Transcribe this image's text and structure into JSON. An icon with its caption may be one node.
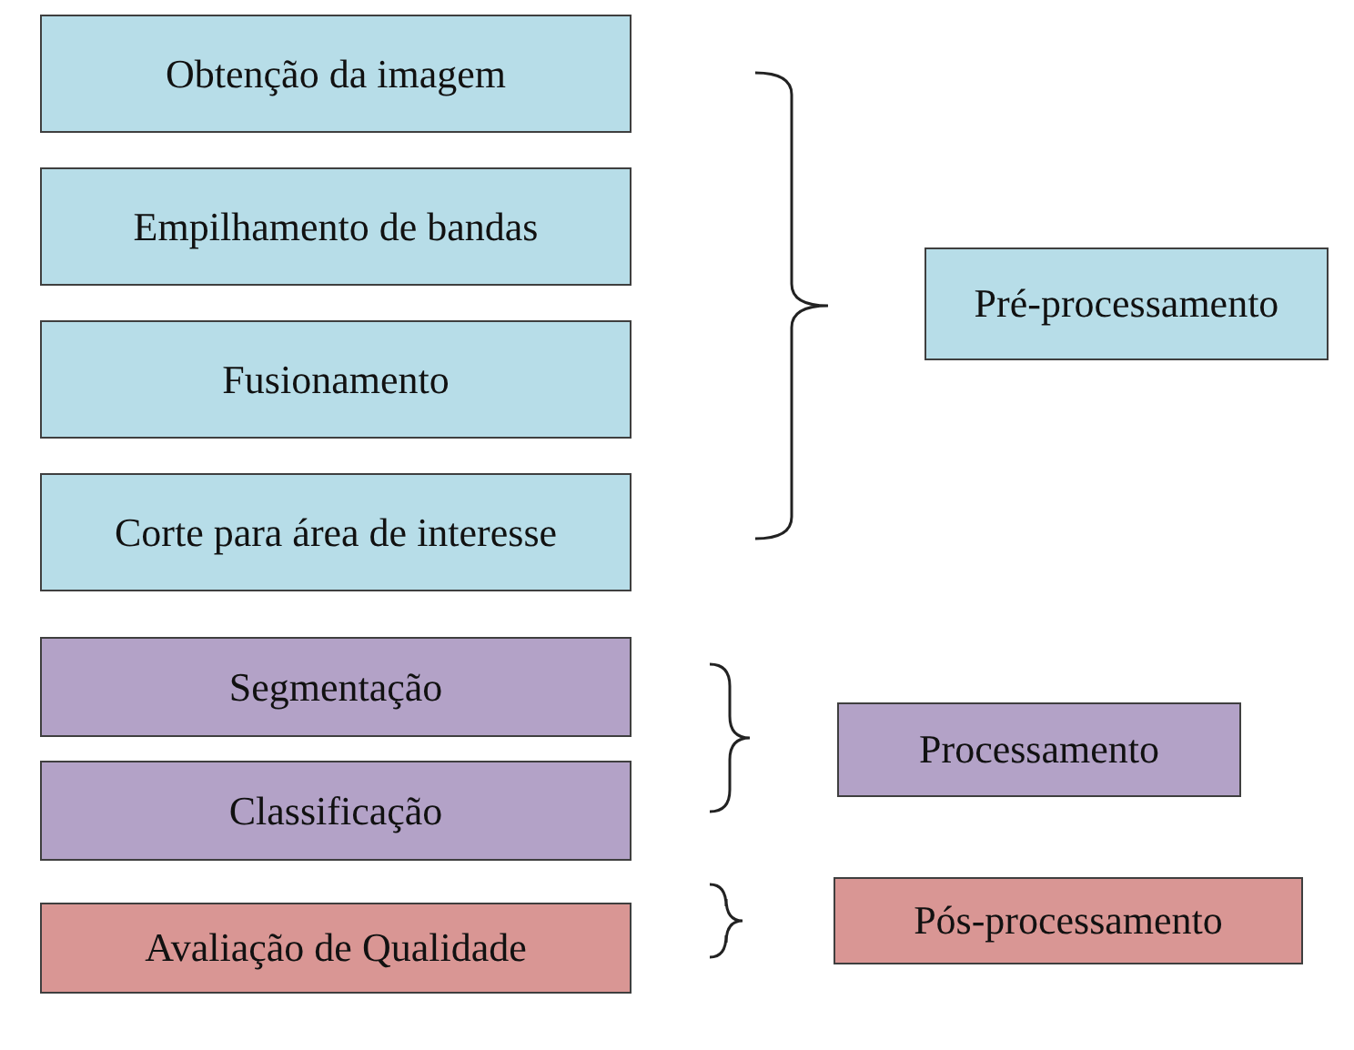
{
  "diagram": {
    "nodes": [
      {
        "text": [
          "Obtenção da imagem"
        ]
      },
      {
        "text": [
          "Empilhamento de bandas"
        ]
      },
      {
        "text": [
          "Fusionamento"
        ]
      },
      {
        "text": [
          "Corte para área de interesse"
        ]
      },
      {
        "text": [
          "Segmentação"
        ]
      },
      {
        "text": [
          "Classificação"
        ]
      },
      {
        "text": [
          "Avaliação de Qualidade"
        ]
      },
      {
        "text": [
          "Pré-processamento"
        ]
      },
      {
        "text": [
          "Processamento"
        ]
      },
      {
        "text": [
          "Pós-processamento"
        ]
      }
    ],
    "edges": []
  }
}
